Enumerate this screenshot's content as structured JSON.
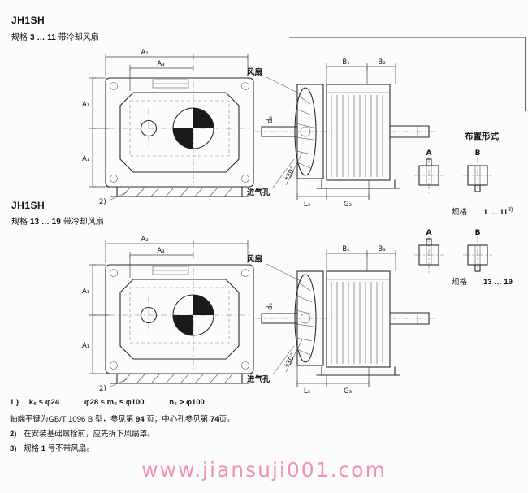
{
  "sections": {
    "s1": {
      "title": "JH1SH",
      "spec_word": "规格",
      "range": "3 … 11",
      "suffix": "带冷却风扇"
    },
    "s2": {
      "title": "JH1SH",
      "spec_word": "规格",
      "range": "13 … 19",
      "suffix": "带冷却风扇"
    }
  },
  "dims": {
    "a1": "A₁",
    "a2": "A₂",
    "a3": "A₃",
    "b1": "B₁",
    "b2": "B₂",
    "b3": "B₃",
    "g3": "G₃",
    "l3": "L₃",
    "d6": "d₆",
    "angle": "*30°",
    "note2_ref": "2)"
  },
  "callouts": {
    "fan": "风扇",
    "intake": "进气孔"
  },
  "arrangement": {
    "title": "布置形式",
    "label_a": "A",
    "label_b": "B",
    "spec_word": "规格",
    "range1": "1 … 11",
    "range1_sup": "3)",
    "range2": "13 … 19"
  },
  "footnotes": {
    "m1": "1 )",
    "f1a": "k₆ ≤ φ24",
    "f1b": "φ28 ≤ m₆ ≤ φ100",
    "f1c": "n₆ > φ100",
    "f1_line2_pre": "轴端平键为GB/T 1096 B 型，参见第",
    "f1_p94": "94",
    "f1_mid": "页；中心孔参见第",
    "f1_p74": "74",
    "f1_end": "页。",
    "m2": "2)",
    "f2": "在安装基础螺栓前，应先拆下风扇罩。",
    "m3": "3)",
    "f3_pre": "规格",
    "f3_num": "1",
    "f3_end": "号不带风扇。"
  },
  "watermark": "www.jiansuji001.com"
}
